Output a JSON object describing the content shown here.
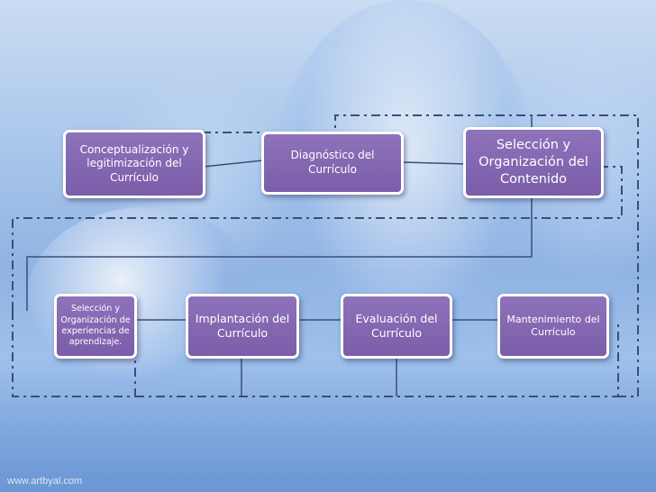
{
  "boxes": [
    {
      "id": "conceptualizacion",
      "label": "Conceptualización y\nlegitimización del\nCurrículo"
    },
    {
      "id": "diagnostico",
      "label": "Diagnóstico del\nCurrículo"
    },
    {
      "id": "seleccion-contenido",
      "label": "Selección y\nOrganización del\nContenido"
    },
    {
      "id": "seleccion-experiencias",
      "label": "Selección y\nOrganización de\nexperiencias de\naprendizaje."
    },
    {
      "id": "implantacion",
      "label": "Implantación del\nCurrículo"
    },
    {
      "id": "evaluacion",
      "label": "Evaluación del\nCurrículo"
    },
    {
      "id": "mantenimiento",
      "label": "Mantenimiento del\nCurrículo"
    }
  ],
  "watermark": "www.artbyal.com",
  "colors": {
    "box_fill": "#7f62ad",
    "box_border": "#ffffff",
    "connector": "#3a4f78"
  }
}
